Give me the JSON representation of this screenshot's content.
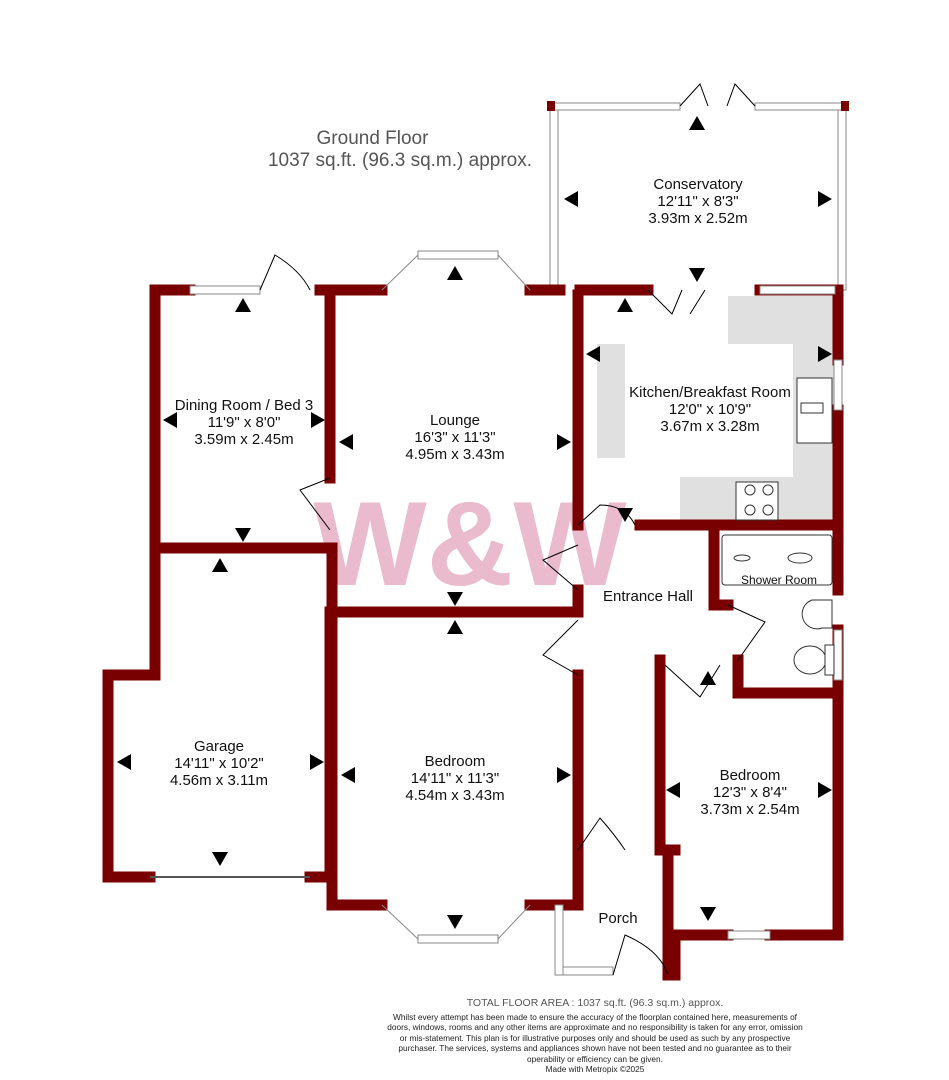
{
  "header": {
    "floor_name": "Ground Floor",
    "floor_area": "1037 sq.ft. (96.3 sq.m.) approx."
  },
  "watermark": {
    "text": "W&W",
    "color": "#e3a3bd"
  },
  "colors": {
    "wall": "#780000",
    "fixtures": "#e0e0e0"
  },
  "rooms": [
    {
      "name": "Conservatory",
      "imperial": "12'11\"  x 8'3\"",
      "metric": "3.93m  x 2.52m"
    },
    {
      "name": "Dining Room / Bed 3",
      "imperial": "11'9\"  x 8'0\"",
      "metric": "3.59m  x 2.45m"
    },
    {
      "name": "Lounge",
      "imperial": "16'3\"  x 11'3\"",
      "metric": "4.95m  x 3.43m"
    },
    {
      "name": "Kitchen/Breakfast Room",
      "imperial": "12'0\"  x 10'9\"",
      "metric": "3.67m  x 3.28m"
    },
    {
      "name": "Shower Room"
    },
    {
      "name": "Entrance Hall"
    },
    {
      "name": "Garage",
      "imperial": "14'11\"  x 10'2\"",
      "metric": "4.56m  x 3.11m"
    },
    {
      "name": "Bedroom",
      "imperial": "14'11\"  x 11'3\"",
      "metric": "4.54m  x 3.43m"
    },
    {
      "name": "Bedroom",
      "imperial": "12'3\"  x 8'4\"",
      "metric": "3.73m  x 2.54m"
    },
    {
      "name": "Porch"
    }
  ],
  "footer": {
    "total": "TOTAL FLOOR AREA : 1037 sq.ft. (96.3 sq.m.) approx.",
    "disclaimer": "Whilst every attempt has been made to ensure the accuracy of the floorplan contained here, measurements of doors, windows, rooms and any other items are approximate and no responsibility is taken for any error, omission or mis-statement. This plan is for illustrative purposes only and should be used as such by any prospective purchaser. The services, systems and appliances shown have not been tested and no guarantee as to their operability or efficiency can be given.",
    "credit": "Made with Metropix ©2025"
  }
}
